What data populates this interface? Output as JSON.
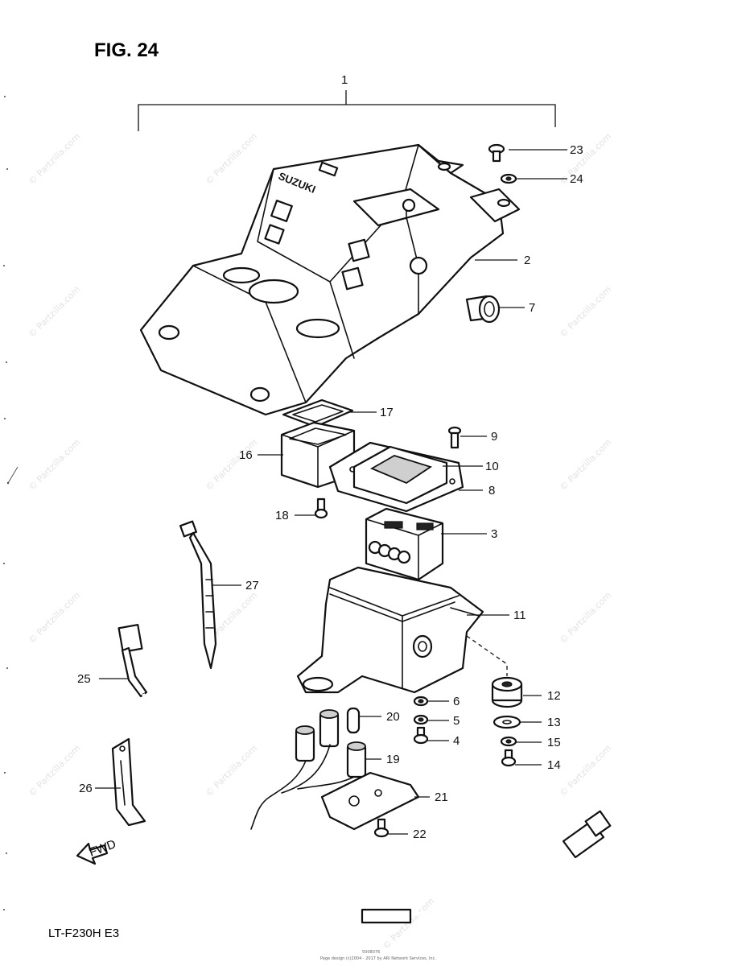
{
  "figure": {
    "title": "FIG. 24",
    "model": "LT-F230H  E3",
    "footer_small": "Page design (c)2004 - 2017 by ARI Network Services, Inc.",
    "footer_code": "5008076"
  },
  "watermark": "© Partzilla.com",
  "callouts": {
    "c1": "1",
    "c2": "2",
    "c3": "3",
    "c4": "4",
    "c5": "5",
    "c6": "6",
    "c7": "7",
    "c8": "8",
    "c9": "9",
    "c10": "10",
    "c11": "11",
    "c12": "12",
    "c13": "13",
    "c14": "14",
    "c15": "15",
    "c16": "16",
    "c17": "17",
    "c18": "18",
    "c19": "19",
    "c20": "20",
    "c21": "21",
    "c22": "22",
    "c23": "23",
    "c24": "24",
    "c25": "25",
    "c26": "26",
    "c27": "27"
  },
  "embossed": {
    "brand": "SUZUKI",
    "fwd": "FWD"
  }
}
